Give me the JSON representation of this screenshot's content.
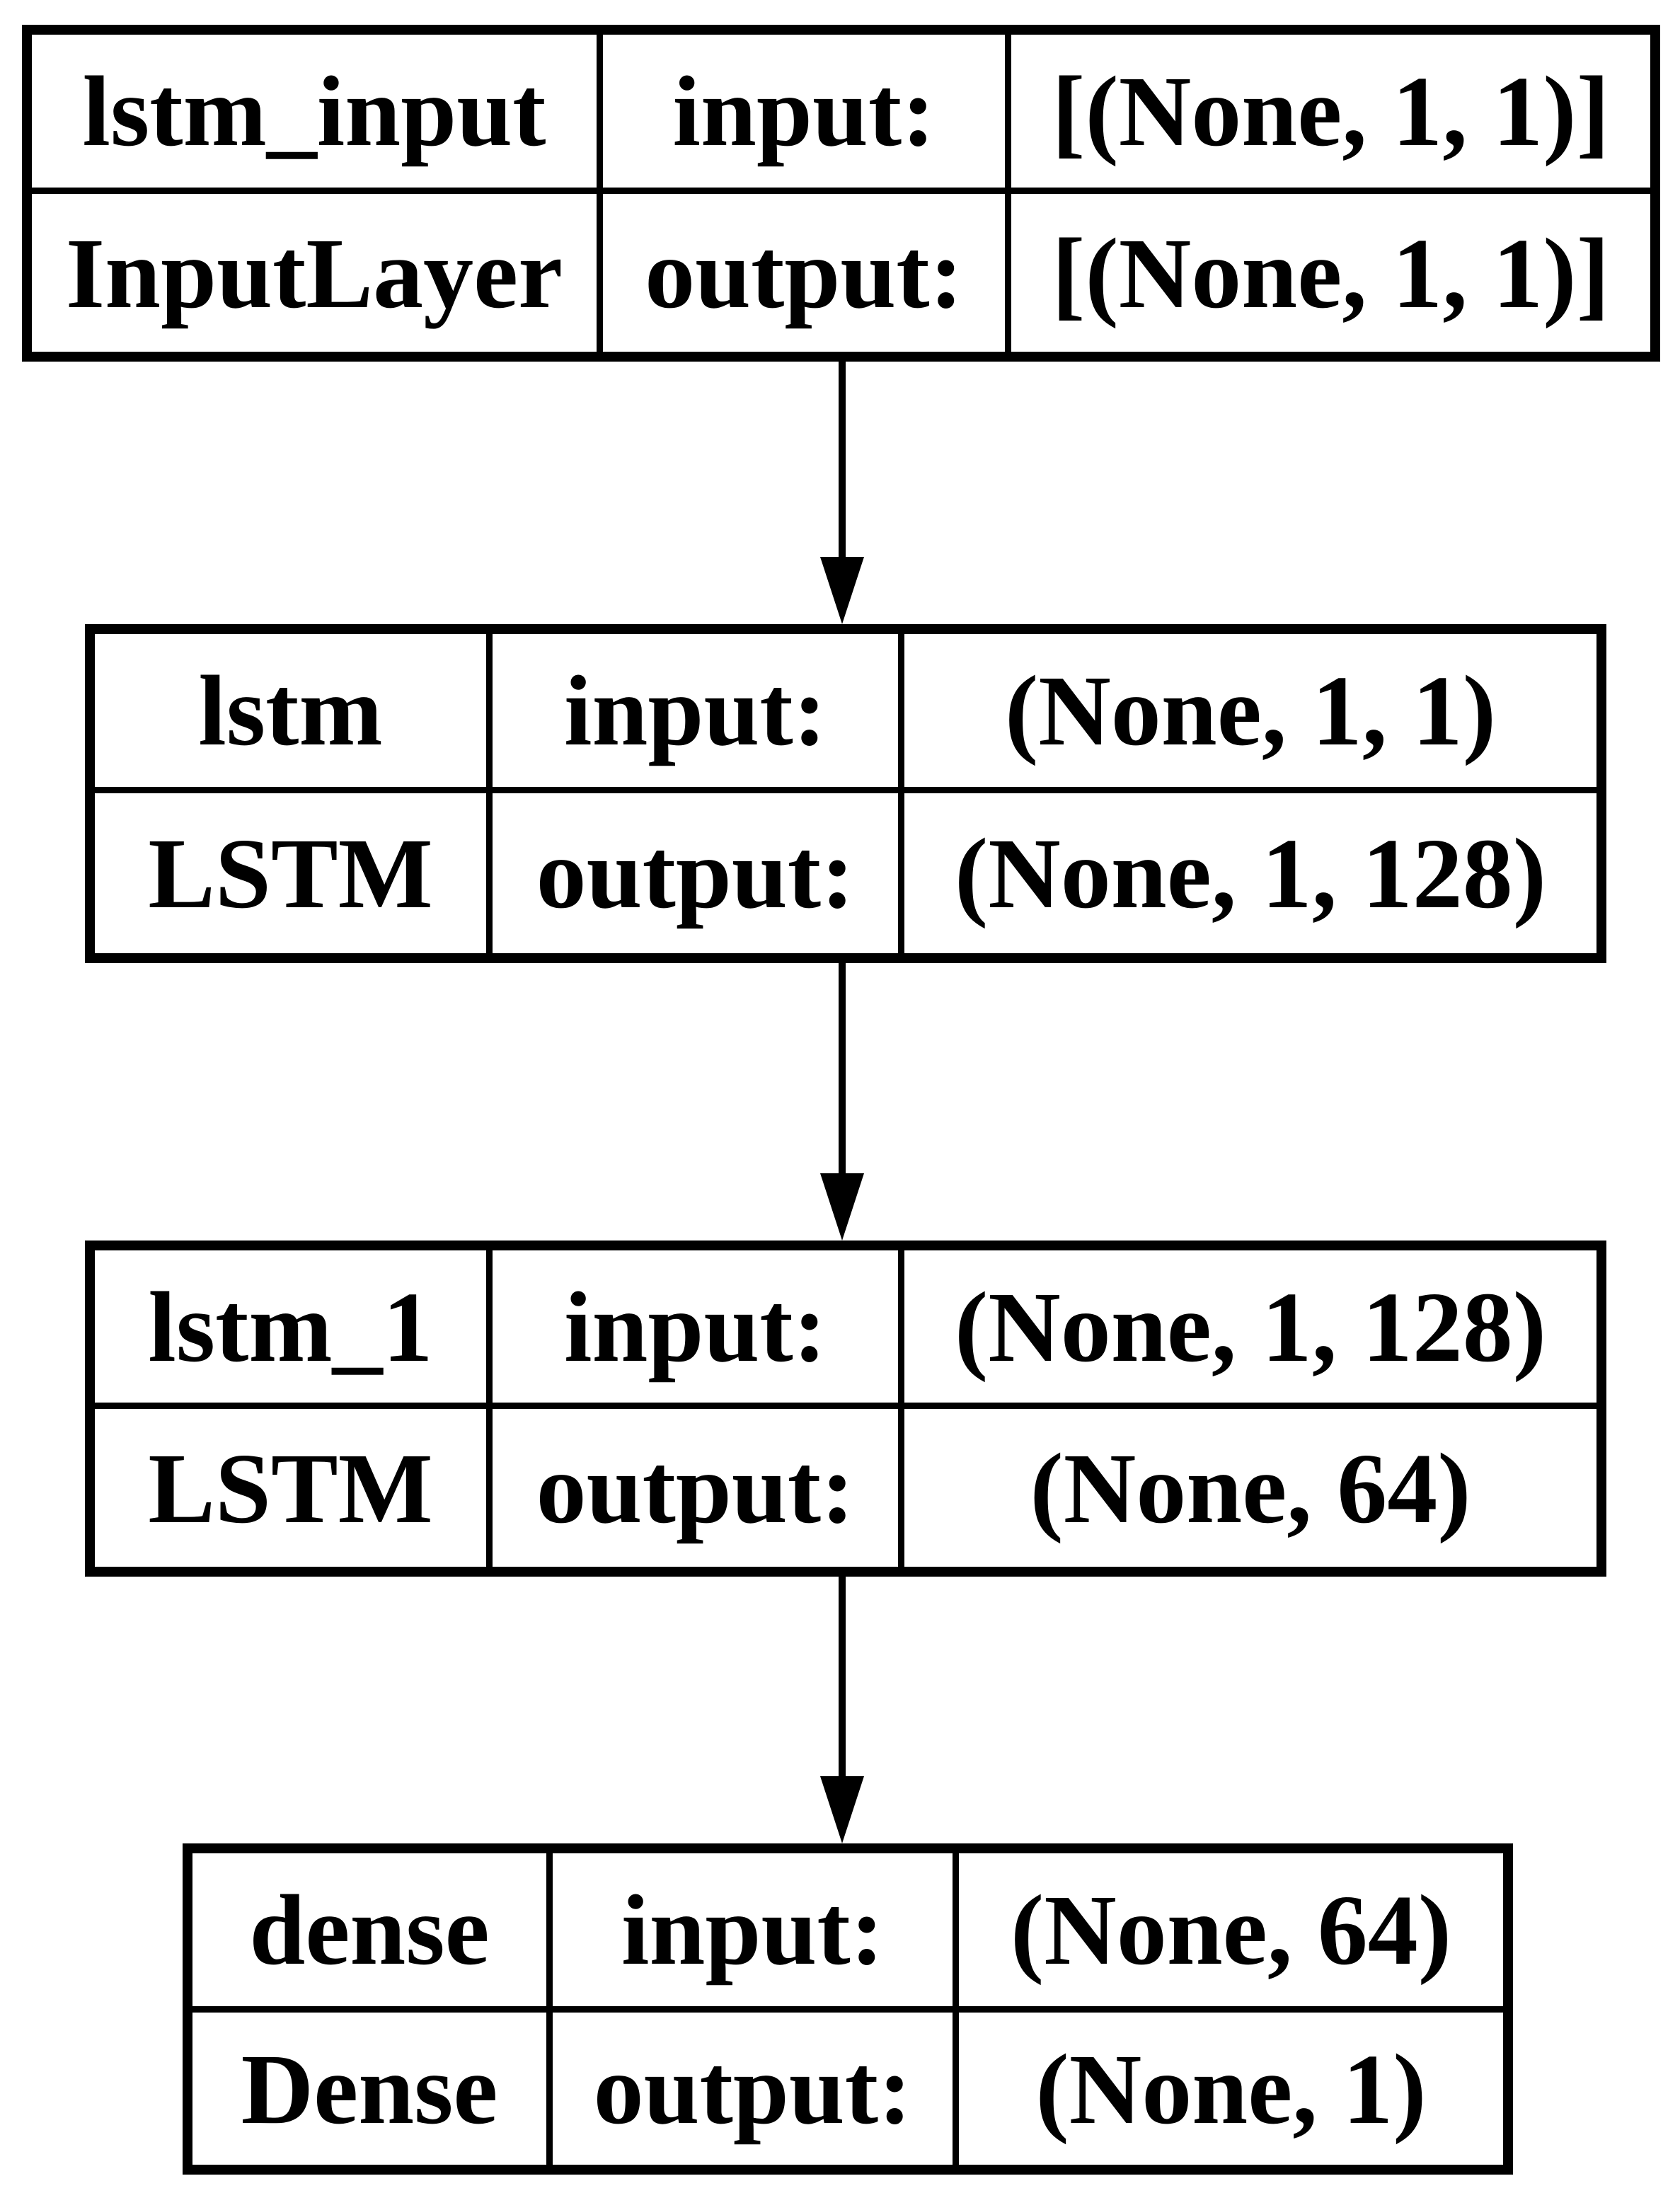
{
  "diagram": {
    "type": "keras-model-architecture",
    "background_color": "#ffffff",
    "line_color": "#000000",
    "text_color": "#000000",
    "layers": [
      {
        "id": "lstm_input",
        "name_label": "lstm_input",
        "type_label": "InputLayer",
        "input_label": "input:",
        "output_label": "output:",
        "input_shape": "[(None, 1, 1)]",
        "output_shape": "[(None, 1, 1)]"
      },
      {
        "id": "lstm",
        "name_label": "lstm",
        "type_label": "LSTM",
        "input_label": "input:",
        "output_label": "output:",
        "input_shape": "(None, 1, 1)",
        "output_shape": "(None, 1, 128)"
      },
      {
        "id": "lstm_1",
        "name_label": "lstm_1",
        "type_label": "LSTM",
        "input_label": "input:",
        "output_label": "output:",
        "input_shape": "(None, 1, 128)",
        "output_shape": "(None, 64)"
      },
      {
        "id": "dense",
        "name_label": "dense",
        "type_label": "Dense",
        "input_label": "input:",
        "output_label": "output:",
        "input_shape": "(None, 64)",
        "output_shape": "(None, 1)"
      }
    ],
    "edges": [
      {
        "from": "lstm_input",
        "to": "lstm"
      },
      {
        "from": "lstm",
        "to": "lstm_1"
      },
      {
        "from": "lstm_1",
        "to": "dense"
      }
    ]
  }
}
